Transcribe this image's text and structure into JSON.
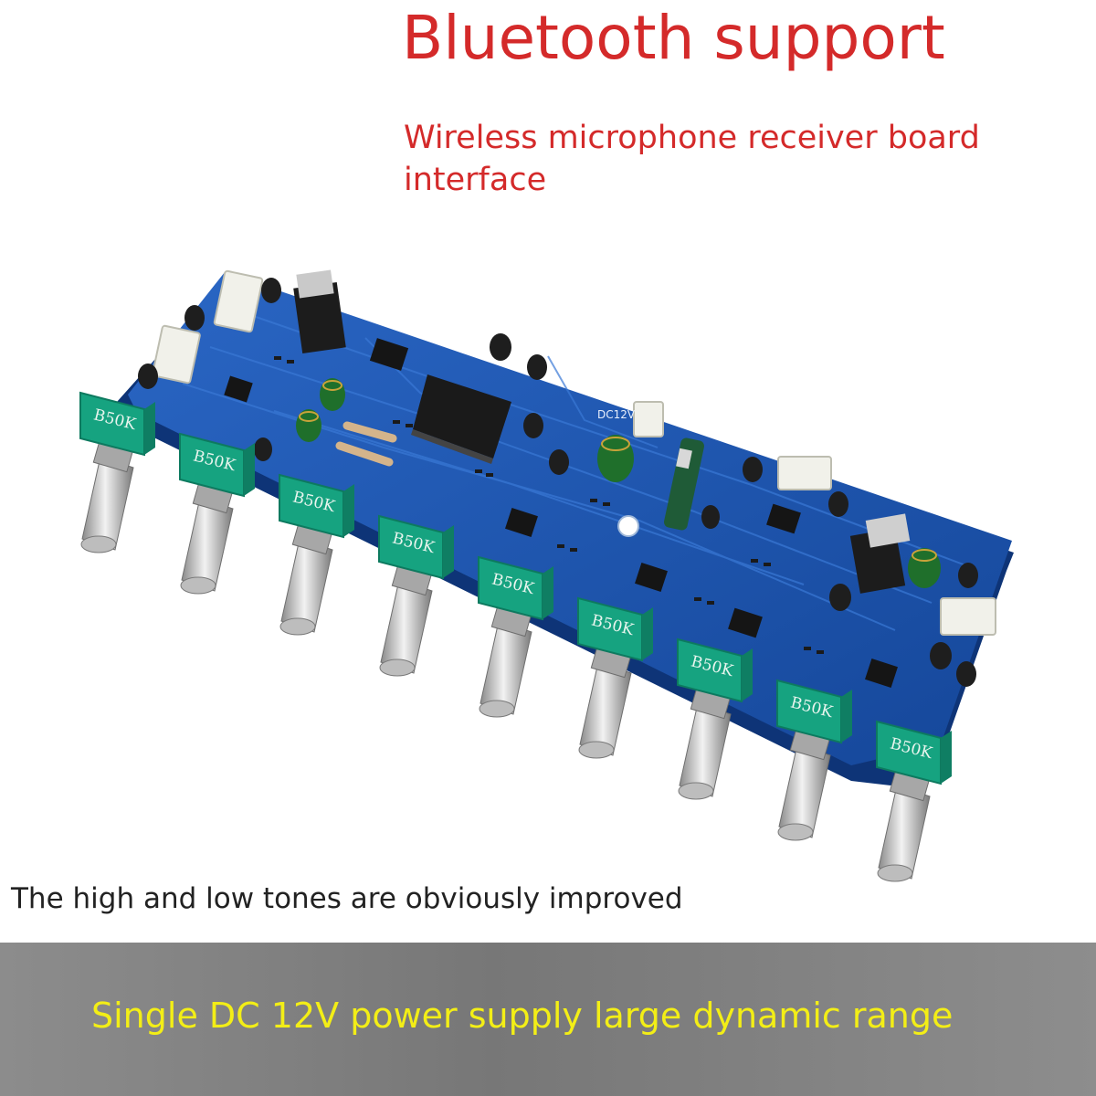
{
  "headline": {
    "text": "Bluetooth support",
    "color": "#d42a2a"
  },
  "subline": {
    "line1": "Wireless microphone receiver board",
    "line2": "interface",
    "color": "#d42a2a"
  },
  "board": {
    "pcb_color": "#1d57b4",
    "knob_label": "B50K",
    "knob_count": 9,
    "power_label": "DC12V",
    "potentiometer_color": "#16a380"
  },
  "caption": {
    "text": "The high and low tones are obviously improved",
    "color": "#222222"
  },
  "banner": {
    "text": "Single DC 12V power supply large dynamic range",
    "color": "#f3ee16"
  }
}
